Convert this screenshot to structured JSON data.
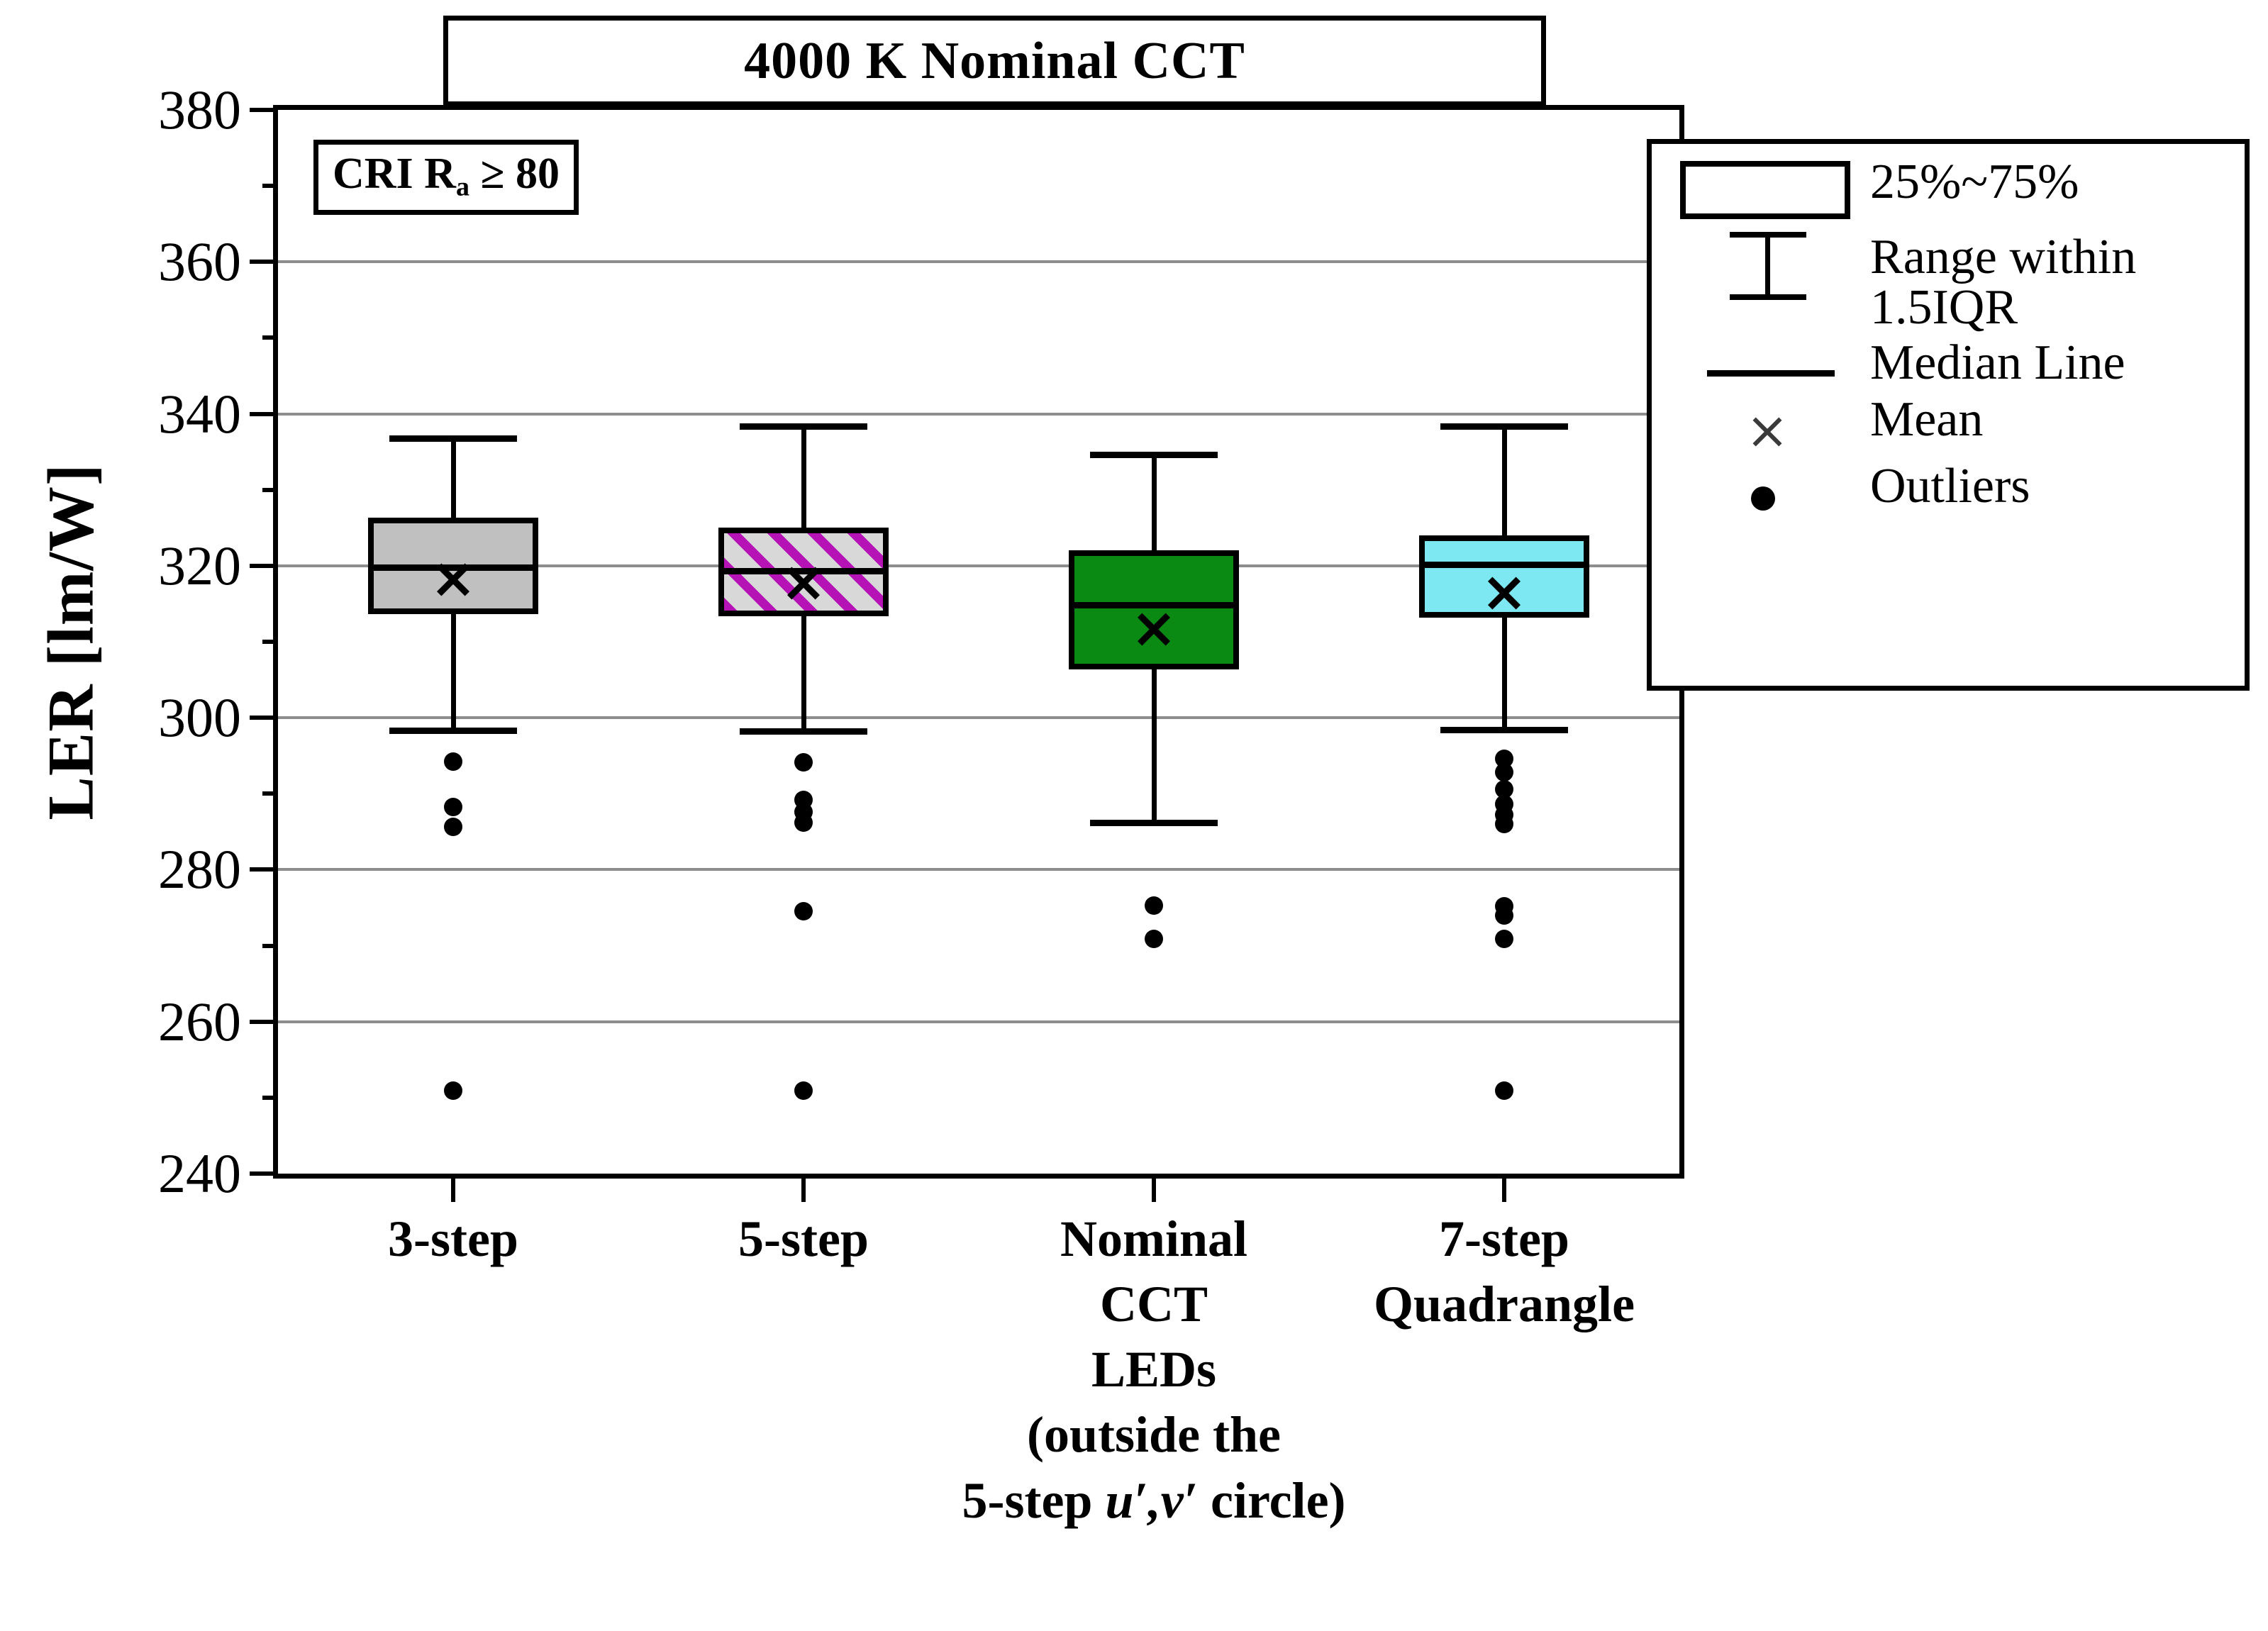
{
  "title": "4000 K Nominal CCT",
  "annotation": {
    "prefix": "CRI R",
    "sub": "a",
    "suffix": " ≥ 80"
  },
  "axes": {
    "ylabel": "LER [lm/W]",
    "yticks": [
      380,
      360,
      340,
      320,
      300,
      280,
      260,
      240
    ],
    "ymin": 240,
    "ymax": 380
  },
  "legend": {
    "items": [
      {
        "key": "box-key",
        "label": "25%~75%"
      },
      {
        "key": "whisker-key",
        "label": "Range within 1.5IQR"
      },
      {
        "key": "median-key",
        "label": "Median Line"
      },
      {
        "key": "mean-key",
        "label": "Mean"
      },
      {
        "key": "outlier-key",
        "label": "Outliers"
      }
    ]
  },
  "xlabels": [
    [
      "3-step"
    ],
    [
      "5-step"
    ],
    [
      "Nominal",
      "CCT",
      "LEDs"
    ],
    [
      "7-step",
      "Quadrangle"
    ]
  ],
  "xlabel_note": [
    "(outside the",
    "5-step ",
    "u′,v′",
    " circle)"
  ],
  "colors": {
    "gray_fill": "#c0c0c0",
    "hatch_magenta": "#b513b5",
    "hatch_bg": "#d8d8d8",
    "green_fill": "#0a8a12",
    "cyan_fill": "#7de8f2",
    "outline": "#000000",
    "gridline": "#8d8d8d"
  },
  "chart_data": {
    "type": "box",
    "title": "4000 K Nominal CCT",
    "xlabel": "",
    "ylabel": "LER [lm/W]",
    "ylim": [
      240,
      380
    ],
    "yticks": [
      240,
      260,
      280,
      300,
      320,
      340,
      360,
      380
    ],
    "grid": "horizontal-major",
    "legend_position": "top-right",
    "annotation": "CRI Ra ≥ 80",
    "categories": [
      "3-step",
      "5-step",
      "Nominal CCT LEDs (outside the 5-step u',v' circle)",
      "7-step Quadrangle"
    ],
    "boxes": [
      {
        "name": "3-step",
        "fill": "#c0c0c0",
        "pattern": "solid",
        "whisker_low": 298.3,
        "q1": 313.6,
        "median": 319.8,
        "q3": 326.3,
        "whisker_high": 336.8,
        "mean": 318.2,
        "outliers": [
          294.2,
          288.3,
          285.6,
          250.9
        ]
      },
      {
        "name": "5-step",
        "fill": "#d8d8d8",
        "pattern": "diagonal-hatch-magenta",
        "whisker_low": 298.2,
        "q1": 313.4,
        "median": 319.3,
        "q3": 325.0,
        "whisker_high": 338.4,
        "mean": 317.7,
        "outliers": [
          294.1,
          289.2,
          287.6,
          286.2,
          274.5,
          250.9
        ]
      },
      {
        "name": "Nominal CCT LEDs",
        "fill": "#0a8a12",
        "pattern": "solid",
        "whisker_low": 286.2,
        "q1": 306.4,
        "median": 314.9,
        "q3": 322.0,
        "whisker_high": 334.6,
        "mean": 311.6,
        "outliers": [
          275.3,
          270.9
        ]
      },
      {
        "name": "7-step Quadrangle",
        "fill": "#7de8f2",
        "pattern": "solid",
        "whisker_low": 298.4,
        "q1": 313.2,
        "median": 320.2,
        "q3": 324.0,
        "whisker_high": 338.4,
        "mean": 316.4,
        "outliers": [
          294.6,
          292.8,
          290.6,
          288.6,
          287.2,
          286.0,
          275.2,
          274.0,
          270.9,
          250.9
        ]
      }
    ]
  }
}
